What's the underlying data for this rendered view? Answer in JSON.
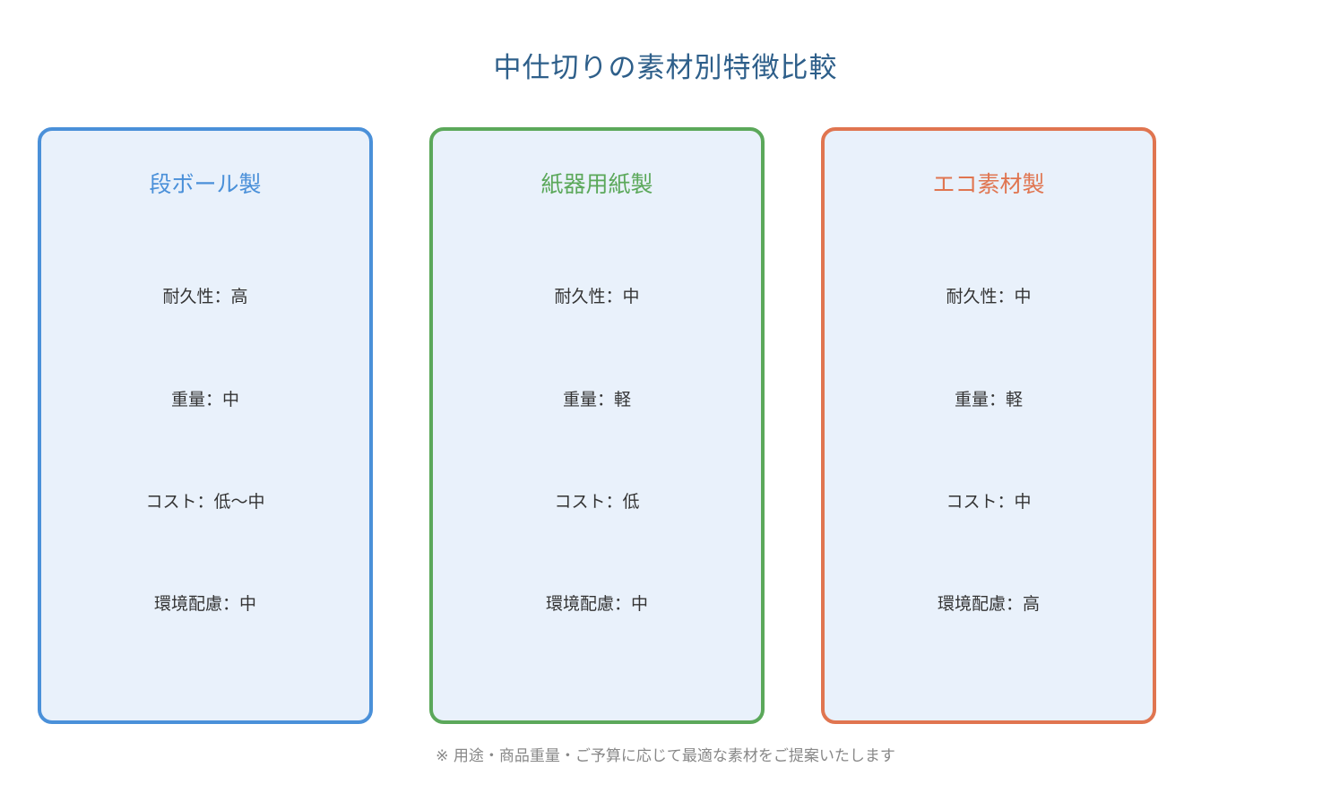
{
  "title": "中仕切りの素材別特徴比較",
  "cards": [
    {
      "title": "段ボール製",
      "color": "#4a90d9",
      "rows": [
        "耐久性：高",
        "重量：中",
        "コスト：低〜中",
        "環境配慮：中"
      ]
    },
    {
      "title": "紙器用紙製",
      "color": "#5ba85a",
      "rows": [
        "耐久性：中",
        "重量：軽",
        "コスト：低",
        "環境配慮：中"
      ]
    },
    {
      "title": "エコ素材製",
      "color": "#e07550",
      "rows": [
        "耐久性：中",
        "重量：軽",
        "コスト：中",
        "環境配慮：高"
      ]
    }
  ],
  "footnote": "※ 用途・商品重量・ご予算に応じて最適な素材をご提案いたします"
}
